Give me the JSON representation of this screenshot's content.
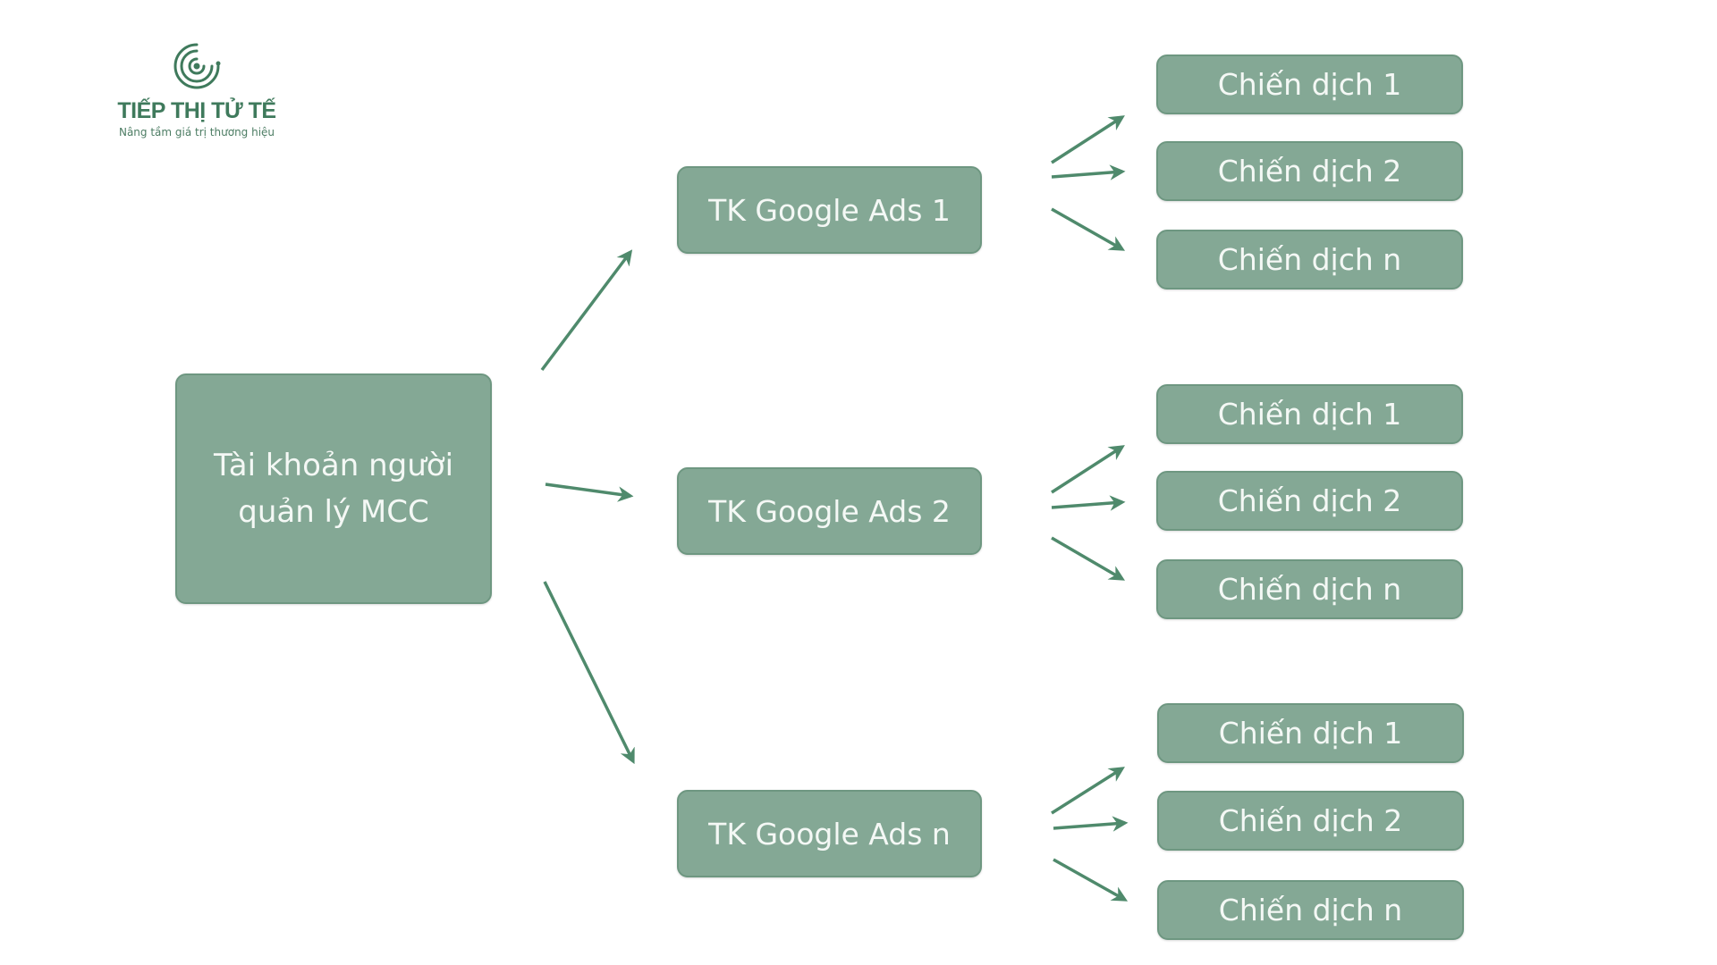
{
  "logo": {
    "name": "TIẾP THỊ TỬ TẾ",
    "tagline": "Nâng tầm giá trị thương hiệu"
  },
  "root": {
    "label": "Tài khoản người quản lý MCC"
  },
  "accounts": [
    {
      "label": "TK Google Ads 1",
      "campaigns": [
        "Chiến dịch 1",
        "Chiến dịch 2",
        "Chiến dịch n"
      ]
    },
    {
      "label": "TK Google Ads 2",
      "campaigns": [
        "Chiến dịch 1",
        "Chiến dịch 2",
        "Chiến dịch n"
      ]
    },
    {
      "label": "TK Google Ads n",
      "campaigns": [
        "Chiến dịch 1",
        "Chiến dịch 2",
        "Chiến dịch n"
      ]
    }
  ],
  "colors": {
    "box": "#84a895",
    "arrow": "#4f8a6c",
    "logo": "#3f7a5c"
  }
}
